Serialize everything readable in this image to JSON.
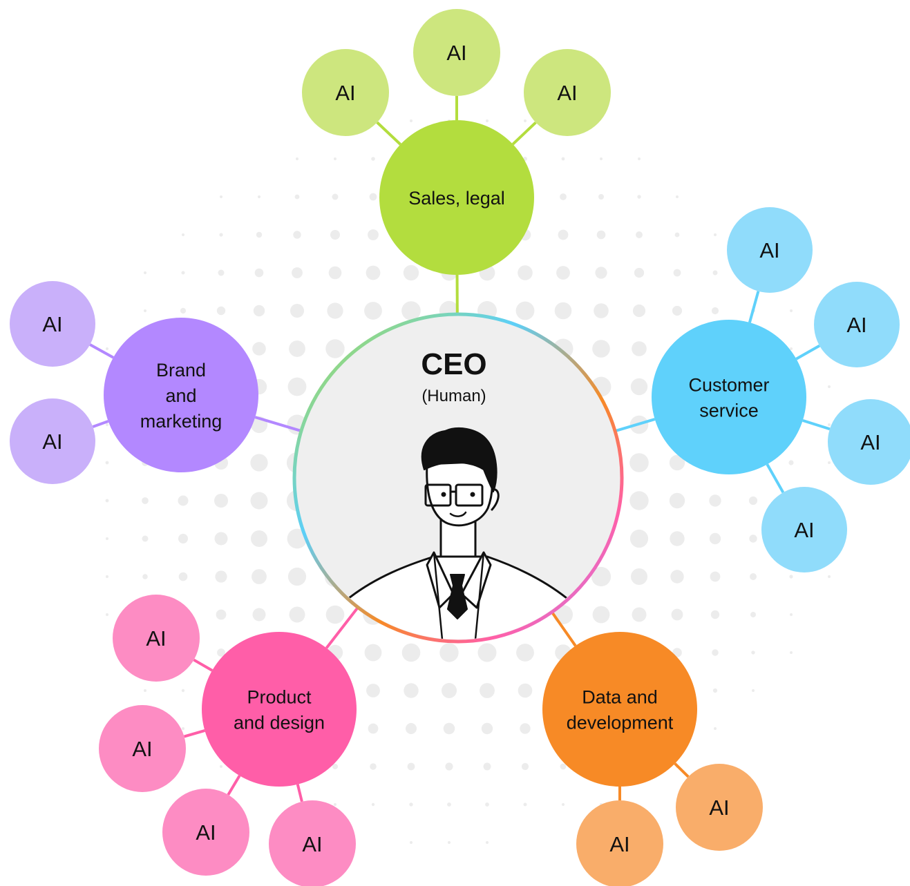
{
  "ceo": {
    "title": "CEO",
    "subtitle": "(Human)",
    "icon": "person-with-glasses-icon"
  },
  "colors": {
    "dots": "#ececec",
    "ceo_fill": "#efefef",
    "ceo_ring": [
      "#b3dd3e",
      "#5ccff8",
      "#f78a26",
      "#ff5fa8",
      "#b388ff"
    ]
  },
  "departments": [
    {
      "id": "sales-legal",
      "lines": [
        "Sales, legal"
      ],
      "color": "#b3dd3e",
      "ai_color": "#cde67e",
      "ai_labels": [
        "AI",
        "AI",
        "AI"
      ]
    },
    {
      "id": "customer-service",
      "lines": [
        "Customer",
        "service"
      ],
      "color": "#5fd1fb",
      "ai_color": "#90dcfb",
      "ai_labels": [
        "AI",
        "AI",
        "AI",
        "AI"
      ]
    },
    {
      "id": "data-development",
      "lines": [
        "Data and",
        "development"
      ],
      "color": "#f78a26",
      "ai_color": "#f9ad6a",
      "ai_labels": [
        "AI",
        "AI"
      ]
    },
    {
      "id": "product-design",
      "lines": [
        "Product",
        "and design"
      ],
      "color": "#ff5ea8",
      "ai_color": "#fd8cc3",
      "ai_labels": [
        "AI",
        "AI",
        "AI",
        "AI"
      ]
    },
    {
      "id": "brand-marketing",
      "lines": [
        "Brand",
        "and",
        "marketing"
      ],
      "color": "#b388ff",
      "ai_color": "#c9b0fa",
      "ai_labels": [
        "AI",
        "AI"
      ]
    }
  ]
}
